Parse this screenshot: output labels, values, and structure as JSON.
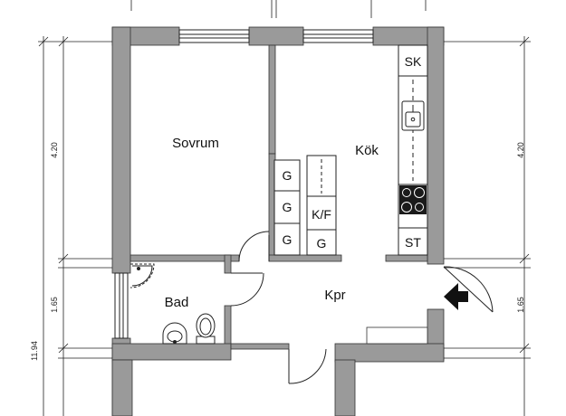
{
  "rooms": {
    "sovrum": "Sovrum",
    "kok": "Kök",
    "bad": "Bad",
    "kpr": "Kpr"
  },
  "fixtures": {
    "sk": "SK",
    "st": "ST",
    "kf": "K/F",
    "g": "G"
  },
  "dimensions": {
    "upper": "4.20",
    "lower": "1.65",
    "total": "11.94"
  },
  "colors": {
    "wall": "#9a9a9a",
    "line": "#222222",
    "background": "#ffffff"
  }
}
